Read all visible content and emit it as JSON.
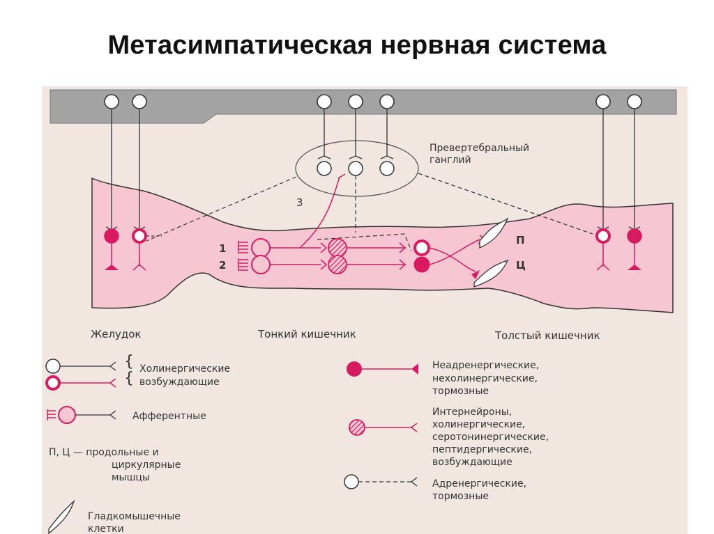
{
  "title": "Метасимпатическая нервная система",
  "diagram": {
    "ganglion_label_1": "Превертебральный",
    "ganglion_label_2": "ганглий",
    "marker_3": "3",
    "marker_1": "1",
    "marker_2": "2",
    "marker_p": "П",
    "marker_c": "Ц",
    "region_stomach": "Желудок",
    "region_small_intestine": "Тонкий кишечник",
    "region_large_intestine": "Толстый кишечник"
  },
  "legend": {
    "cholinergic_1": "Холинергические",
    "cholinergic_2": "возбуждающие",
    "afferent": "Афферентные",
    "pc_1": "П, Ц — продольные и",
    "pc_2": "циркулярные",
    "pc_3": "мышцы",
    "smooth_1": "Гладкомышечные",
    "smooth_2": "клетки",
    "nonadrenergic_1": "Неадренергические,",
    "nonadrenergic_2": "нехолинергические,",
    "nonadrenergic_3": "тормозные",
    "interneurons_1": "Интернейроны,",
    "interneurons_2": "холинергические,",
    "interneurons_3": "серотонинергические,",
    "interneurons_4": "пептидергические,",
    "interneurons_5": "возбуждающие",
    "adrenergic_1": "Адренергические,",
    "adrenergic_2": "тормозные"
  },
  "colors": {
    "magenta": "#d81b60",
    "pink_fill": "#f6c6d3",
    "bar": "#a3a3a3",
    "paper": "#f1e7e0",
    "ink": "#333333"
  }
}
